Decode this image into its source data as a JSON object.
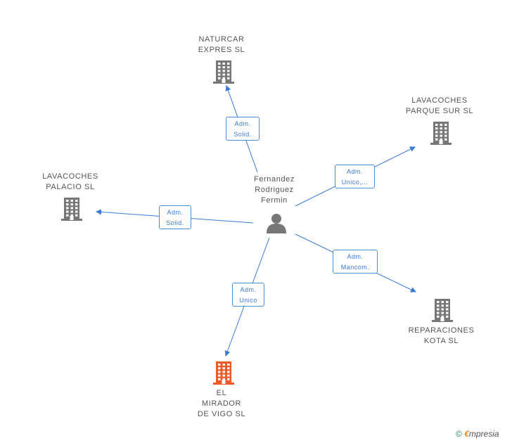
{
  "person": {
    "label": "Fernandez\nRodriguez\nFermin"
  },
  "companies": [
    {
      "key": "naturcar",
      "label": "NATURCAR\nEXPRES SL",
      "color": "#777777"
    },
    {
      "key": "parque",
      "label": "LAVACOCHES\nPARQUE SUR SL",
      "color": "#777777"
    },
    {
      "key": "palacio",
      "label": "LAVACOCHES\nPALACIO SL",
      "color": "#777777"
    },
    {
      "key": "kota",
      "label": "REPARACIONES\nKOTA SL",
      "color": "#777777"
    },
    {
      "key": "mirador",
      "label": "EL\nMIRADOR\nDE VIGO SL",
      "color": "#f05a28"
    }
  ],
  "edges": [
    {
      "to": "naturcar",
      "label": "Adm.\nSolid."
    },
    {
      "to": "parque",
      "label": "Adm.\nUnico,..."
    },
    {
      "to": "palacio",
      "label": "Adm.\nSolid."
    },
    {
      "to": "kota",
      "label": "Adm.\nMancom."
    },
    {
      "to": "mirador",
      "label": "Adm.\nUnico"
    }
  ],
  "footer": {
    "copyright": "©",
    "brand_e": "€",
    "brand_rest": "mpresia"
  },
  "colors": {
    "edge": "#3a7bd5",
    "person": "#777777"
  }
}
